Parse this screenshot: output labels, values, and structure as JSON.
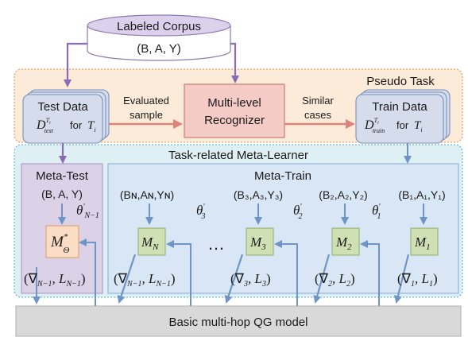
{
  "corpus": {
    "title": "Labeled Corpus",
    "subtitle": "(B, A, Y)"
  },
  "pseudo_task": {
    "label": "Pseudo Task"
  },
  "test_data": {
    "line1": "Test Data",
    "sym": "D",
    "sup": "T",
    "supsub": "i",
    "sub": "test",
    "for": "for",
    "T": "T",
    "Tsub": "i"
  },
  "train_data": {
    "line1": "Train Data",
    "sym": "D",
    "sup": "T",
    "supsub": "i",
    "sub": "train",
    "for": "for",
    "T": "T",
    "Tsub": "i"
  },
  "recognizer": {
    "line1": "Multi-level",
    "line2": "Recognizer"
  },
  "edge_labels": {
    "evaluated1": "Evaluated",
    "evaluated2": "sample",
    "similar1": "Similar",
    "similar2": "cases"
  },
  "meta_learner": {
    "label": "Task-related Meta-Learner"
  },
  "meta_test": {
    "title": "Meta-Test",
    "triple": "(B, A, Y)",
    "model": {
      "sym": "M",
      "sup": "*",
      "sub": "Θ"
    },
    "theta": {
      "sym": "θ",
      "prime": "'",
      "sub": "N−1"
    },
    "grad": {
      "open": "(∇",
      "sub1": "N−1",
      "sep": ", L",
      "sub2": "N−1",
      "close": ")"
    }
  },
  "meta_train": {
    "title": "Meta-Train",
    "ellipsis": "…",
    "columns": [
      {
        "triple": "(Bɴ,Aɴ,Yɴ)",
        "model_sym": "M",
        "model_sub": "N",
        "grad": {
          "open": "(∇",
          "sub1": "N−1",
          "sep": ", L",
          "sub2": "N−1",
          "close": ")"
        }
      },
      {
        "triple": "(B₃,A₃,Y₃)",
        "model_sym": "M",
        "model_sub": "3",
        "theta": {
          "sym": "θ",
          "prime": "'",
          "sub": "3"
        },
        "grad": {
          "open": "(∇",
          "sub1": "3",
          "sep": ", L",
          "sub2": "3",
          "close": ")"
        }
      },
      {
        "triple": "(B₂,A₂,Y₂)",
        "model_sym": "M",
        "model_sub": "2",
        "theta": {
          "sym": "θ",
          "prime": "'",
          "sub": "2"
        },
        "grad": {
          "open": "(∇",
          "sub1": "2",
          "sep": ", L",
          "sub2": "2",
          "close": ")"
        }
      },
      {
        "triple": "(B₁,A₁,Y₁)",
        "model_sym": "M",
        "model_sub": "1",
        "theta": {
          "sym": "θ",
          "prime": "'",
          "sub": "1"
        },
        "grad": {
          "open": "(∇",
          "sub1": "1",
          "sep": ", L",
          "sub2": "1",
          "close": ")"
        }
      }
    ]
  },
  "base_model": {
    "label": "Basic multi-hop QG model"
  },
  "colors": {
    "corpus_fill": "#dcd0ec",
    "corpus_stroke": "#8e7ab0",
    "pseudo_fill": "#fdebd9",
    "pseudo_stroke": "#e8a46a",
    "data_fill": "#d5ddec",
    "data_stroke": "#7a8fba",
    "recognizer_fill": "#f5cbc6",
    "recognizer_stroke": "#cc7a72",
    "learner_fill": "#dff0f4",
    "learner_stroke": "#6cbfcc",
    "metatest_fill": "#dcd2e8",
    "metatest_stroke": "#a48fc0",
    "metatrain_fill": "#d8e6f6",
    "metatrain_stroke": "#86a8d8",
    "model_fill": "#cfe0b4",
    "model_stroke": "#8fae6a",
    "mstar_fill": "#fbdcc4",
    "mstar_stroke": "#e0a070",
    "base_fill": "#d9d9d9",
    "base_stroke": "#b0b0b0",
    "arrow_purple": "#8a6cb4",
    "arrow_blue": "#6f95c6",
    "arrow_red": "#d9837a"
  }
}
